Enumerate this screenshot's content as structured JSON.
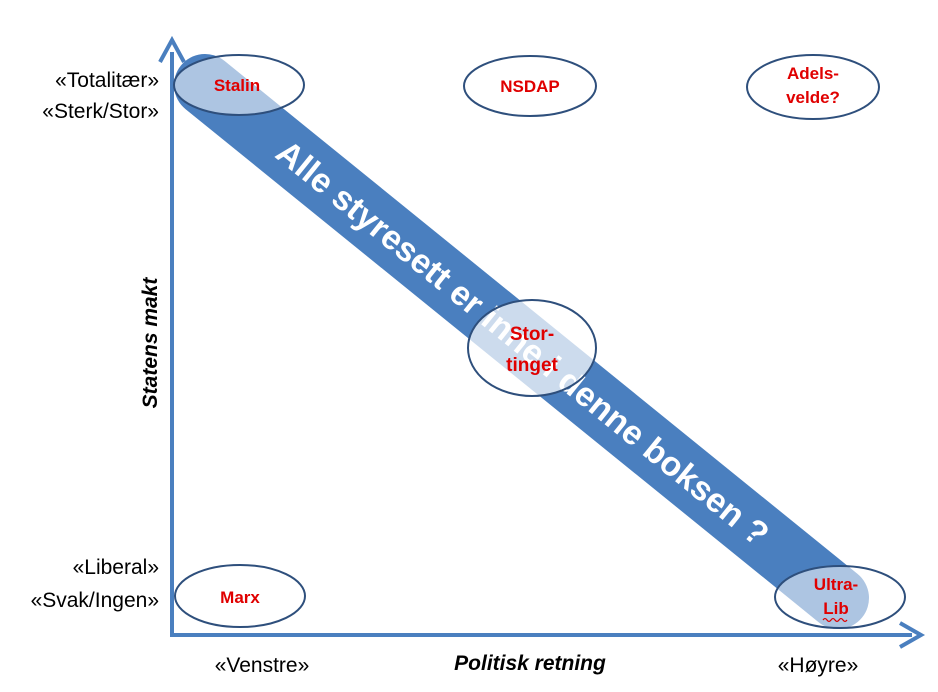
{
  "y_axis": {
    "title": "Statens makt",
    "top_labels": [
      "«Totalitær»",
      "«Sterk/Stor»"
    ],
    "bottom_labels": [
      "«Liberal»",
      "«Svak/Ingen»"
    ]
  },
  "x_axis": {
    "title": "Politisk retning",
    "left_label": "«Venstre»",
    "right_label": "«Høyre»"
  },
  "band": {
    "text": "Alle styresett er inne i denne boksen ?",
    "color": "#4a7fbf"
  },
  "nodes": {
    "stalin": {
      "lines": [
        "Stalin"
      ]
    },
    "nsdap": {
      "lines": [
        "NSDAP"
      ]
    },
    "adelsvelde": {
      "lines": [
        "Adels-",
        "velde?"
      ]
    },
    "stortinget": {
      "lines": [
        "Stor-",
        "tinget"
      ]
    },
    "marx": {
      "lines": [
        "Marx"
      ]
    },
    "ultralib": {
      "lines": [
        "Ultra-",
        "Lib"
      ]
    }
  },
  "colors": {
    "axis": "#4a7fbf",
    "node_outline": "#2e4f7c",
    "node_text": "#e00000",
    "label_text": "#000000"
  }
}
